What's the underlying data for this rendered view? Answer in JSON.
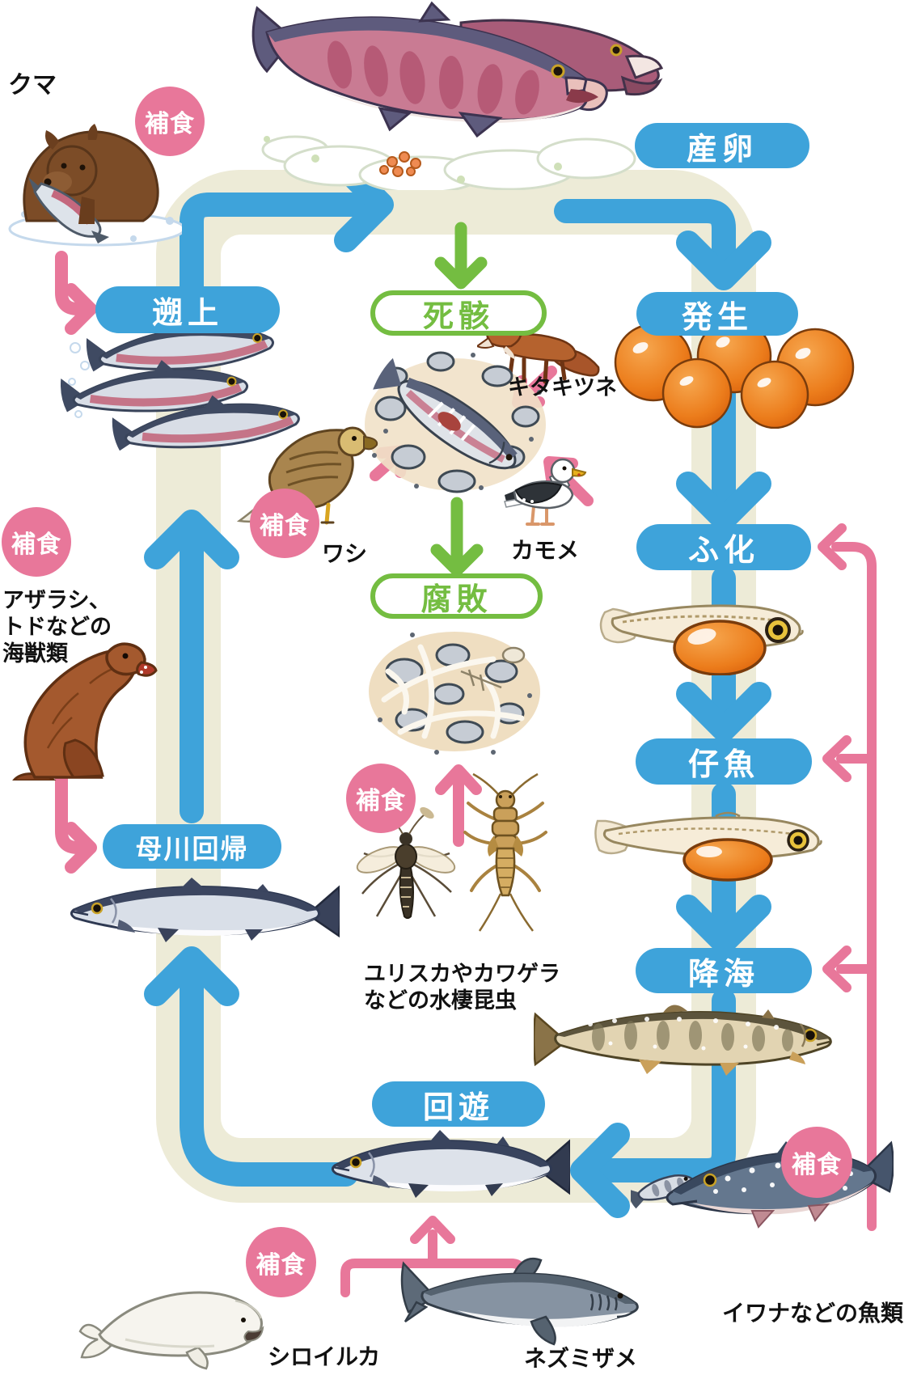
{
  "palette": {
    "stage_blue": "#3ea3da",
    "predation_pink": "#e8779a",
    "decay_green": "#74bd41",
    "track_cream": "#edebd7",
    "label_black": "#111111"
  },
  "stages": {
    "sanran": "産卵",
    "hassei": "発生",
    "fuka": "ふ化",
    "shigyo": "仔魚",
    "kokai": "降海",
    "kaiyu": "回遊",
    "bosen_kaiki": "母川回帰",
    "sojo": "遡上",
    "shigai": "死骸",
    "fuhai": "腐敗"
  },
  "predation": "補食",
  "animals": {
    "bear": "クマ",
    "fox": "キタキツネ",
    "eagle": "ワシ",
    "gull": "カモメ",
    "marine_mammals": [
      "アザラシ、",
      "トドなどの",
      "海獣類"
    ],
    "aquatic_insects": [
      "ユリスカやカワゲラ",
      "などの水棲昆虫"
    ],
    "beluga": "シロイルカ",
    "shark": "ネズミザメ",
    "char": "イワナなどの魚類"
  }
}
